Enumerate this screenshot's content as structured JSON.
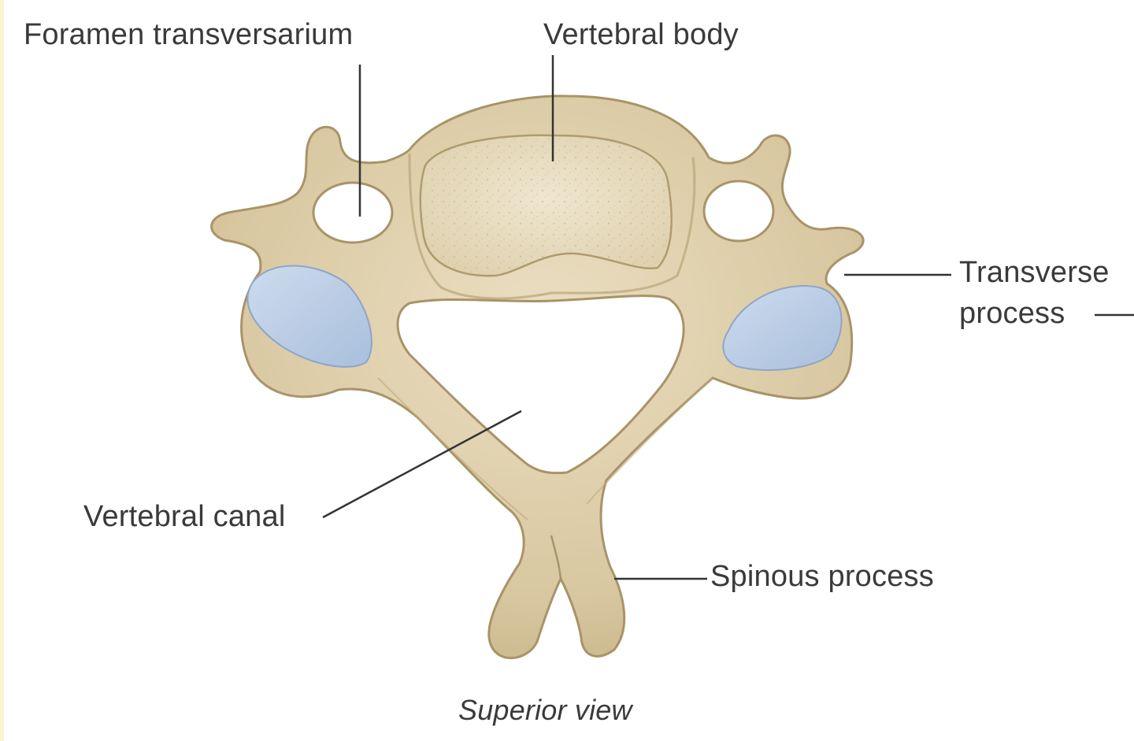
{
  "labels": {
    "foramen_transversarium": "Foramen transversarium",
    "vertebral_body": "Vertebral body",
    "transverse_process_line1": "Transverse",
    "transverse_process_line2": "process",
    "vertebral_canal": "Vertebral canal",
    "spinous_process": "Spinous process"
  },
  "caption": "Superior view",
  "colors": {
    "bone": "#d9c9a2",
    "bone_light": "#e6d9b8",
    "bone_outline": "#a89468",
    "body_surface": "#e8dcc0",
    "articular_facet": "#b9cce3",
    "leader_line": "#333333",
    "text": "#3a3a3a"
  }
}
